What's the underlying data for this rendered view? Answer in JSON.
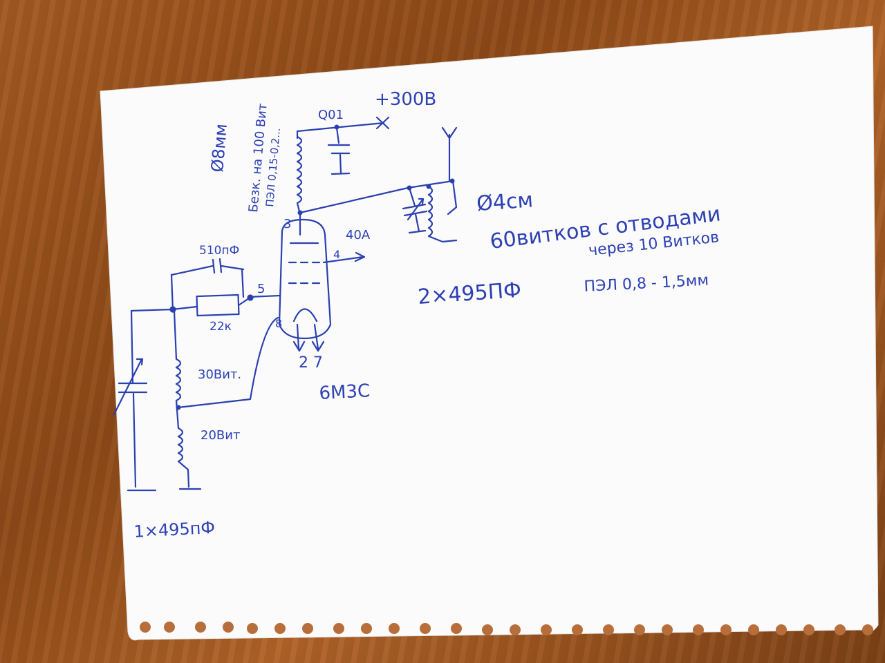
{
  "labels": {
    "supply_voltage": "+300В",
    "supply_cap": "Q01",
    "wire_diameter_plate": "Ø8мм",
    "plate_coil_note": "Безк. на 100 Вит",
    "plate_coil_wire": "ПЭЛ 0,15-0,2...",
    "pin3": "3",
    "pin4": "4",
    "pin5": "5",
    "pin8": "8",
    "pins_27": "2 7",
    "output_current": "40А",
    "grid_cap": "510пФ",
    "grid_res": "22к",
    "coil_top_turns": "30Вит.",
    "coil_bottom_turns": "20Вит",
    "input_cap": "1×495пФ",
    "tube": "6М3С",
    "tank_diameter": "Ø4см",
    "tank_turns": "60витков с отводами",
    "tank_taps": "через 10 Витков",
    "tank_cap": "2×495ПФ",
    "tank_wire": "ПЭЛ 0,8 - 1,5мм"
  },
  "colors": {
    "ink": "#2a3fb0",
    "paper": "#fbfbfb",
    "desk": "#9a5420"
  }
}
